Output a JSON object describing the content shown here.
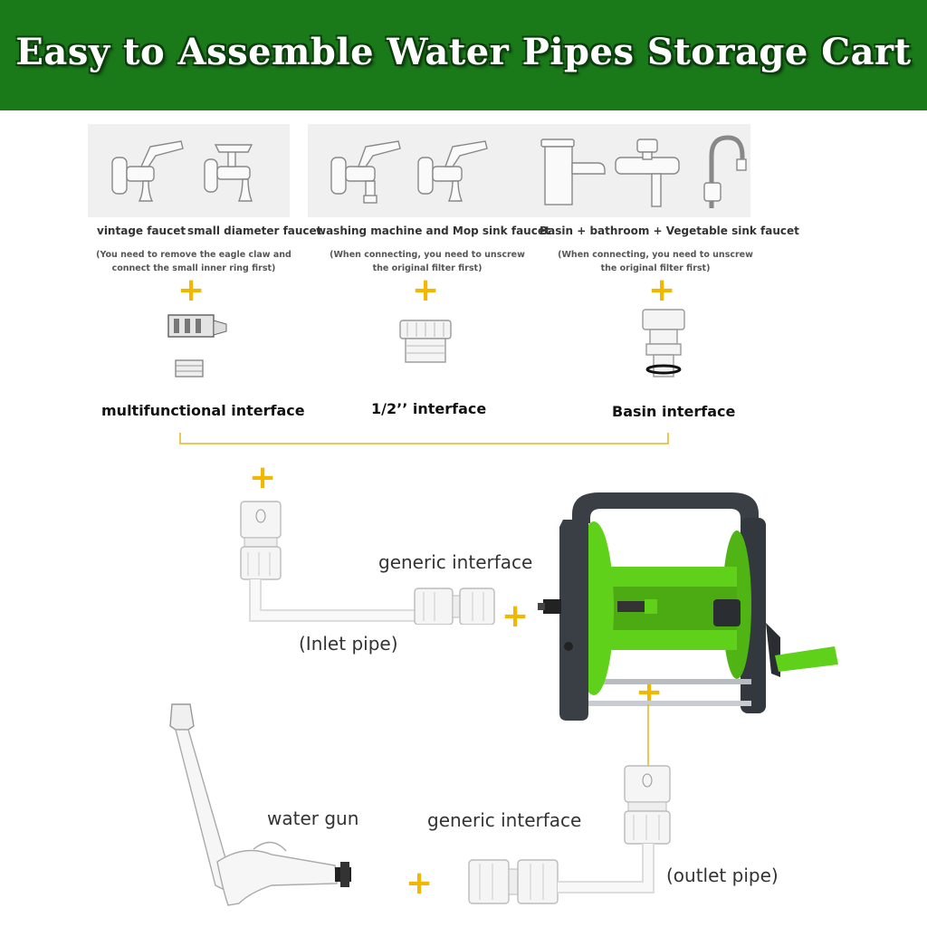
{
  "title": "Easy to Assemble Water Pipes Storage Cart",
  "faucets": [
    {
      "label": "vintage faucet"
    },
    {
      "label": "small diameter faucet"
    },
    {
      "label": "washing machine  and Mop sink faucet"
    },
    {
      "label": "Basin + bathroom + Vegetable sink faucet"
    }
  ],
  "notes": [
    {
      "line1": "(You need to remove the eagle claw and",
      "line2": "connect the small inner ring first)"
    },
    {
      "line1": "(When connecting, you need to unscrew",
      "line2": "the original filter first)"
    },
    {
      "line1": "(When connecting, you need to unscrew",
      "line2": "the original filter first)"
    }
  ],
  "plus": "+",
  "interfaces": [
    "multifunctional interface",
    "1/2’’ interface",
    "Basin interface"
  ],
  "labels": {
    "generic_interface_top": "generic interface",
    "inlet_pipe": "(Inlet pipe)",
    "water_gun": "water gun",
    "generic_interface_bottom": "generic interface",
    "outlet_pipe": "(outlet pipe)"
  },
  "colors": {
    "banner": "#1a7a1a",
    "accent": "#f2b700",
    "reel_green": "#5fd11a",
    "frame": "#3a3f45"
  }
}
